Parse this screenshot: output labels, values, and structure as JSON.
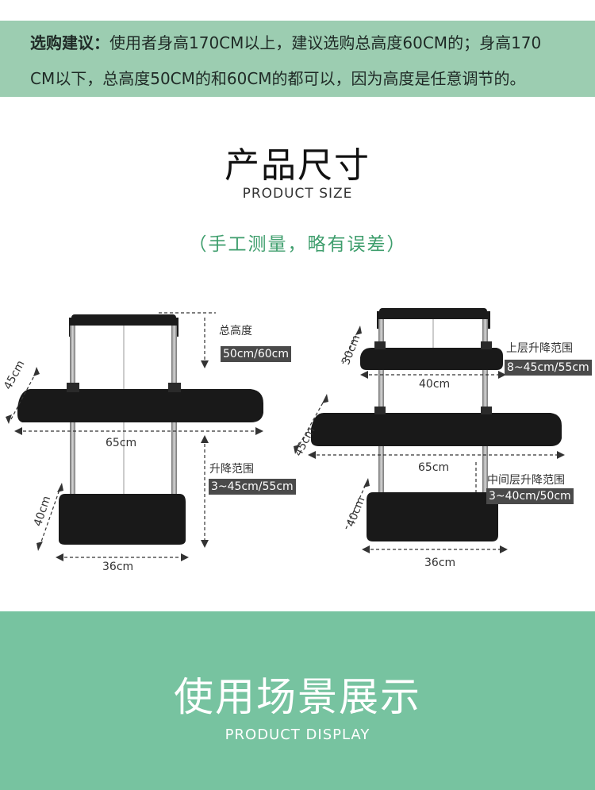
{
  "advice": {
    "lead": "选购建议：",
    "line1_rest": "使用者身高170CM以上，建议选购总高度60CM的；身高170",
    "line2": "CM以下，总高度50CM的和60CM的都可以，因为高度是任意调节的。"
  },
  "size_section": {
    "title_cn": "产品尺寸",
    "title_en": "PRODUCT SIZE",
    "note": "（手工测量，略有误差）"
  },
  "left_desk": {
    "total_height_label": "总高度",
    "total_height_value": "50cm/60cm",
    "top_depth": "45cm",
    "top_width": "65cm",
    "lift_label": "升降范围",
    "lift_value": "3~45cm/55cm",
    "base_depth": "40cm",
    "base_width": "36cm"
  },
  "right_desk": {
    "upper_height": "30cm",
    "upper_lift_label": "上层升降范围",
    "upper_lift_value": "8~45cm/55cm",
    "upper_width": "40cm",
    "middle_depth": "45cm",
    "middle_width": "65cm",
    "middle_lift_label": "中间层升降范围",
    "middle_lift_value": "3~40cm/50cm",
    "base_depth": "40cm",
    "base_width": "36cm"
  },
  "display_section": {
    "title_cn": "使用场景展示",
    "title_en": "PRODUCT DISPLAY"
  }
}
